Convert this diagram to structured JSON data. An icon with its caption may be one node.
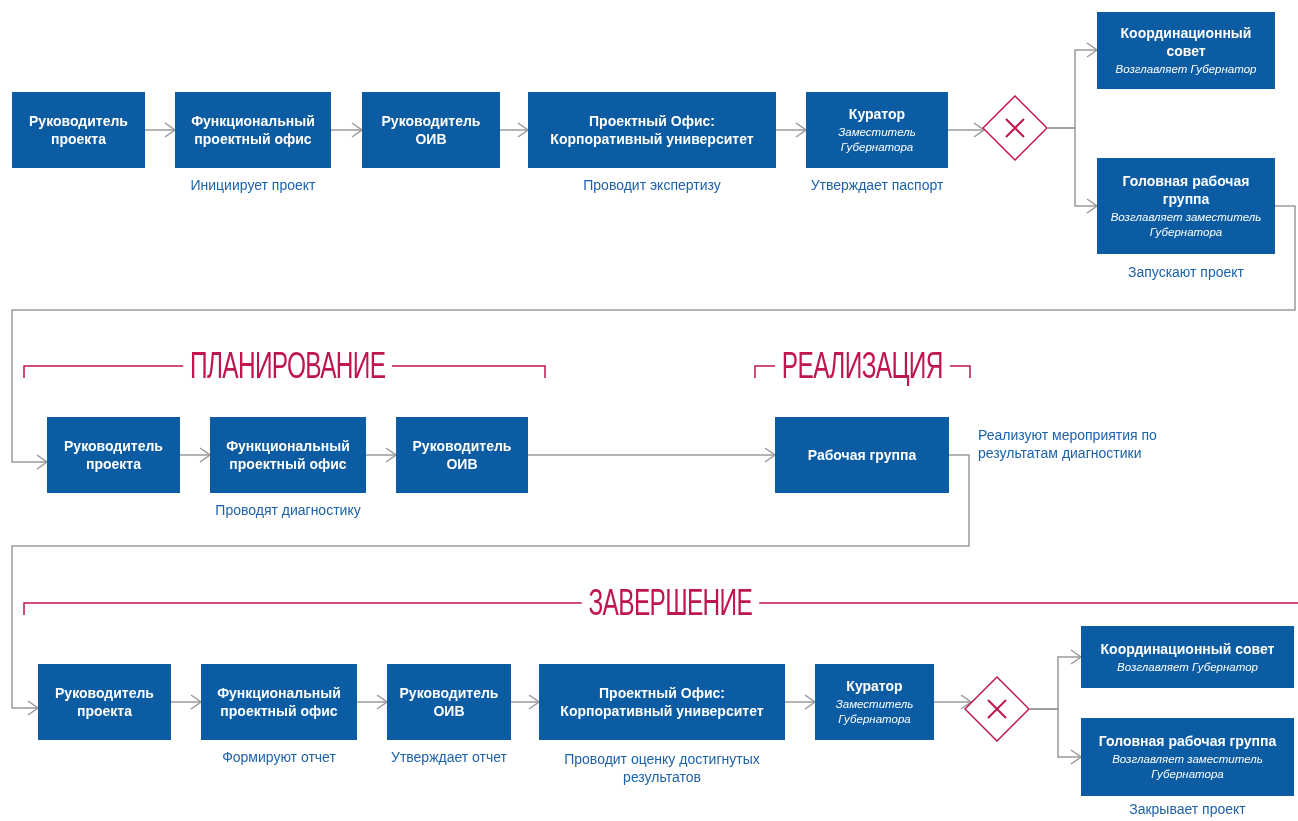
{
  "diagram": {
    "nodes": [
      {
        "text": [
          "Руководитель проекта"
        ]
      },
      {
        "text": [
          "Функциональный проектный офис"
        ],
        "beside": [
          "Инициирует проект"
        ]
      },
      {
        "text": [
          "Руководитель ОИВ"
        ]
      },
      {
        "text": [
          "Проектный Офис: Корпоративный университет"
        ],
        "beside": [
          "Проводит экспертизу"
        ]
      },
      {
        "text": [
          "Куратор",
          "Заместитель Губернатора"
        ],
        "beside": [
          "Утверждает паспорт"
        ]
      },
      {
        "text": [],
        "shape": "diamond"
      },
      {
        "text": [
          "Координационный совет",
          "Возглавляет Губернатор"
        ]
      },
      {
        "text": [
          "Головная рабочая группа",
          "Возглавляет заместитель Губернатора"
        ],
        "beside": [
          "Запускают проект"
        ]
      },
      {
        "text": [
          "Руководитель проекта"
        ]
      },
      {
        "text": [
          "Функциональный проектный офис"
        ],
        "beside": [
          "Проводят диагностику"
        ]
      },
      {
        "text": [
          "Руководитель ОИВ"
        ]
      },
      {
        "text": [
          "Рабочая группа"
        ],
        "beside": [
          "Реализуют мероприятия по результатам диагностики"
        ]
      },
      {
        "text": [
          "Руководитель проекта"
        ]
      },
      {
        "text": [
          "Функциональный проектный офис"
        ],
        "beside": [
          "Формируют отчет"
        ]
      },
      {
        "text": [
          "Руководитель ОИВ"
        ],
        "beside": [
          "Утверждает отчет"
        ]
      },
      {
        "text": [
          "Проектный Офис: Корпоративный университет"
        ],
        "beside": [
          "Проводит оценку достигнутых результатов"
        ]
      },
      {
        "text": [
          "Куратор",
          "Заместитель Губернатора"
        ]
      },
      {
        "text": [],
        "shape": "diamond"
      },
      {
        "text": [
          "Координационный совет",
          "Возглавляет Губернатор"
        ]
      },
      {
        "text": [
          "Головная рабочая группа",
          "Возглавляет заместитель Губернатора"
        ],
        "beside": [
          "Закрывает проект"
        ]
      }
    ],
    "edges": [
      {
        "from": 0,
        "to": 1,
        "arrow": "to"
      },
      {
        "from": 1,
        "to": 2,
        "arrow": "to"
      },
      {
        "from": 2,
        "to": 3,
        "arrow": "to"
      },
      {
        "from": 3,
        "to": 4,
        "arrow": "to"
      },
      {
        "from": 4,
        "to": 5,
        "arrow": "to"
      },
      {
        "from": 5,
        "to": 6,
        "arrow": "to"
      },
      {
        "from": 5,
        "to": 7,
        "arrow": "to"
      },
      {
        "from": 7,
        "to": 8,
        "arrow": "to"
      },
      {
        "from": 8,
        "to": 9,
        "arrow": "to"
      },
      {
        "from": 9,
        "to": 10,
        "arrow": "to"
      },
      {
        "from": 10,
        "to": 11,
        "arrow": "to"
      },
      {
        "from": 11,
        "to": 12,
        "arrow": "to"
      },
      {
        "from": 12,
        "to": 13,
        "arrow": "to"
      },
      {
        "from": 13,
        "to": 14,
        "arrow": "to"
      },
      {
        "from": 14,
        "to": 15,
        "arrow": "to"
      },
      {
        "from": 15,
        "to": 16,
        "arrow": "to"
      },
      {
        "from": 16,
        "to": 17,
        "arrow": "to"
      },
      {
        "from": 17,
        "to": 18,
        "arrow": "to"
      },
      {
        "from": 17,
        "to": 19,
        "arrow": "to"
      }
    ],
    "labels": [
      "ПЛАНИРОВАНИЕ",
      "РЕАЛИЗАЦИЯ",
      "ЗАВЕРШЕНИЕ"
    ]
  }
}
